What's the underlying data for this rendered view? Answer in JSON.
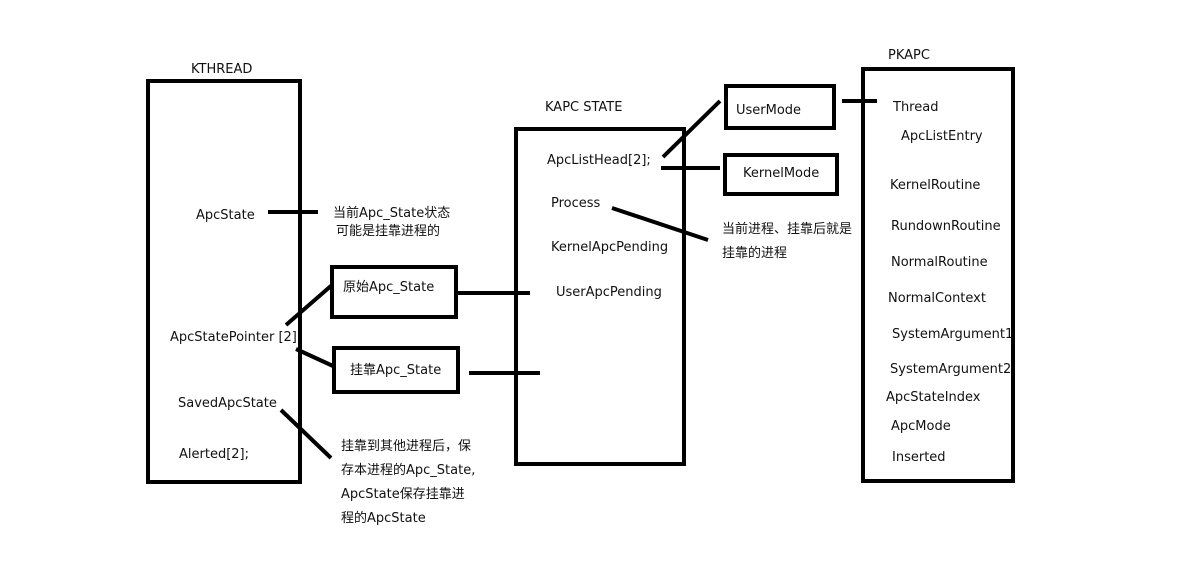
{
  "kthread": {
    "title": "KTHREAD",
    "fields": [
      "ApcState",
      "ApcStatePointer [2]",
      "SavedApcState",
      "Alerted[2];"
    ]
  },
  "kapc_state": {
    "title": "KAPC  STATE",
    "fields": [
      "ApcListHead[2];",
      "Process",
      "KernelApcPending",
      "UserApcPending"
    ]
  },
  "pkapc": {
    "title": "PKAPC",
    "fields": [
      "Thread",
      "ApcListEntry",
      "KernelRoutine",
      "RundownRoutine",
      "NormalRoutine",
      "NormalContext",
      "SystemArgument1",
      "SystemArgument2",
      "ApcStateIndex",
      "ApcMode",
      "Inserted"
    ]
  },
  "boxes": {
    "user_mode": "UserMode",
    "kernel_mode": "KernelMode",
    "original_apc_state": "原始Apc_State",
    "attached_apc_state": "挂靠Apc_State"
  },
  "notes": {
    "apc_state_line1": "当前Apc_State状态",
    "apc_state_line2": "可能是挂靠进程的",
    "process_line1": "当前进程、挂靠后就是",
    "process_line2": "挂靠的进程",
    "saved_line1": "挂靠到其他进程后，保",
    "saved_line2": "存本进程的Apc_State,",
    "saved_line3": "ApcState保存挂靠进",
    "saved_line4": "程的ApcState"
  }
}
